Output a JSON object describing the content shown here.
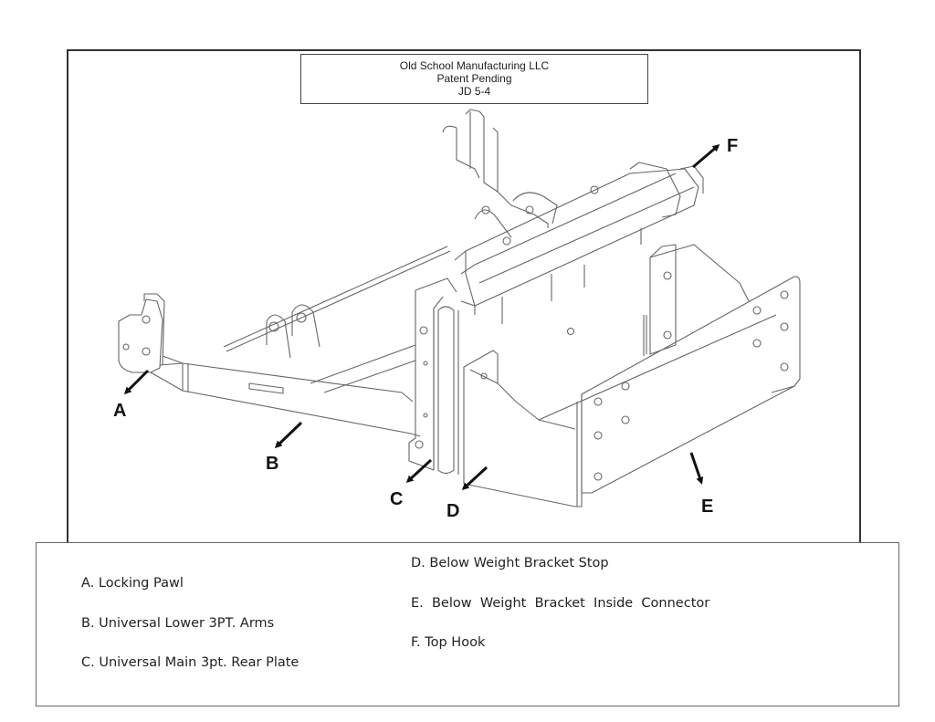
{
  "title_block": {
    "line1": "Old School Manufacturing LLC",
    "line2": "Patent Pending",
    "line3": "JD 5-4"
  },
  "callouts": {
    "A": "A",
    "B": "B",
    "C": "C",
    "D": "D",
    "E": "E",
    "F": "F"
  },
  "legend": {
    "items": [
      {
        "key": "A",
        "text": "A. Locking Pawl"
      },
      {
        "key": "B",
        "text": "B. Universal Lower 3PT. Arms"
      },
      {
        "key": "C",
        "text": "C. Universal Main 3pt. Rear Plate"
      },
      {
        "key": "D",
        "text": "D. Below Weight Bracket Stop"
      },
      {
        "key": "E",
        "text": "E.  Below  Weight  Bracket  Inside  Connector"
      },
      {
        "key": "F",
        "text": "F. Top Hook"
      }
    ]
  },
  "colors": {
    "line": "#555555",
    "arrow": "#111111",
    "border": "#333333"
  }
}
